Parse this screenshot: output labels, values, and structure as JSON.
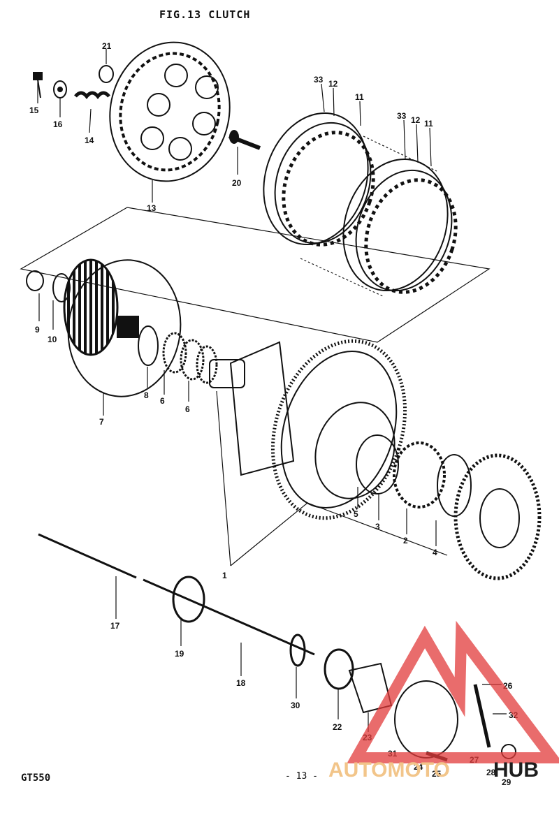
{
  "header": {
    "title": "FIG.13  CLUTCH"
  },
  "footer": {
    "model": "GT550",
    "page": "- 13 -"
  },
  "watermark": {
    "left_text": "AUTOMOTO",
    "right_text": "HUB",
    "color_left": "#f2c58a",
    "color_right": "#1d1d1d",
    "triangle_color": "#e23b3b"
  },
  "callouts": {
    "c1": "1",
    "c2": "2",
    "c3": "3",
    "c4": "4",
    "c5": "5",
    "c6a": "6",
    "c6b": "6",
    "c7": "7",
    "c8": "8",
    "c9": "9",
    "c10": "10",
    "c11a": "11",
    "c11b": "11",
    "c12a": "12",
    "c12b": "12",
    "c13": "13",
    "c14": "14",
    "c15": "15",
    "c16": "16",
    "c17": "17",
    "c18": "18",
    "c19": "19",
    "c20": "20",
    "c21": "21",
    "c22": "22",
    "c23": "23",
    "c24": "24",
    "c25": "25",
    "c26": "26",
    "c27": "27",
    "c28": "28",
    "c29": "29",
    "c30": "30",
    "c31": "31",
    "c32": "32",
    "c33a": "33",
    "c33b": "33"
  }
}
